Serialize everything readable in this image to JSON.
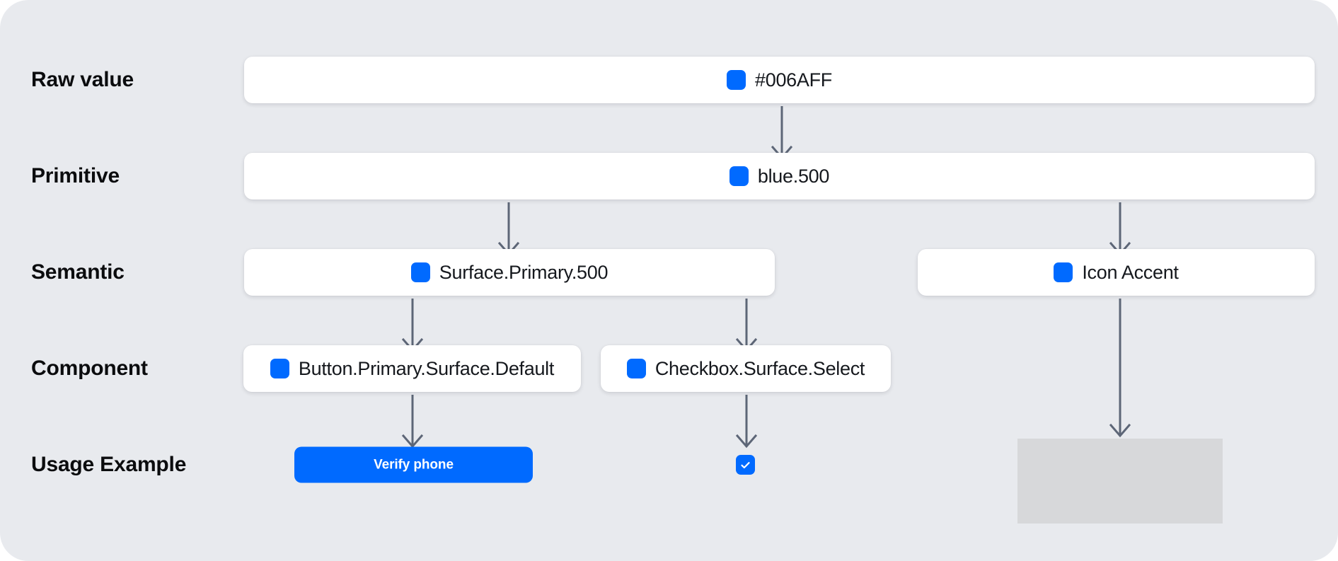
{
  "canvas": {
    "background": "#e8eaee",
    "accent_blue": "#006aff",
    "arrow_color": "#5d6677",
    "placeholder_gray": "#d7d8da"
  },
  "rows": [
    {
      "label": "Raw value"
    },
    {
      "label": "Primitive"
    },
    {
      "label": "Semantic"
    },
    {
      "label": "Component"
    },
    {
      "label": "Usage Example"
    }
  ],
  "tokens": {
    "raw_value": {
      "text": "#006AFF",
      "swatch_color": "#006aff"
    },
    "primitive": {
      "text": "blue.500",
      "swatch_color": "#006aff"
    },
    "semantic_surface": {
      "text": "Surface.Primary.500",
      "swatch_color": "#006aff"
    },
    "semantic_icon": {
      "text": "Icon Accent",
      "swatch_color": "#006aff"
    },
    "component_button": {
      "text": "Button.Primary.Surface.Default",
      "swatch_color": "#006aff"
    },
    "component_checkbox": {
      "text": "Checkbox.Surface.Select",
      "swatch_color": "#006aff"
    }
  },
  "usage": {
    "button_label": "Verify phone",
    "button_color": "#006aff",
    "checkbox_color": "#006aff",
    "checkbox_icon": "check-icon",
    "checkbox_checked": true,
    "placeholder_color": "#d7d8da"
  }
}
